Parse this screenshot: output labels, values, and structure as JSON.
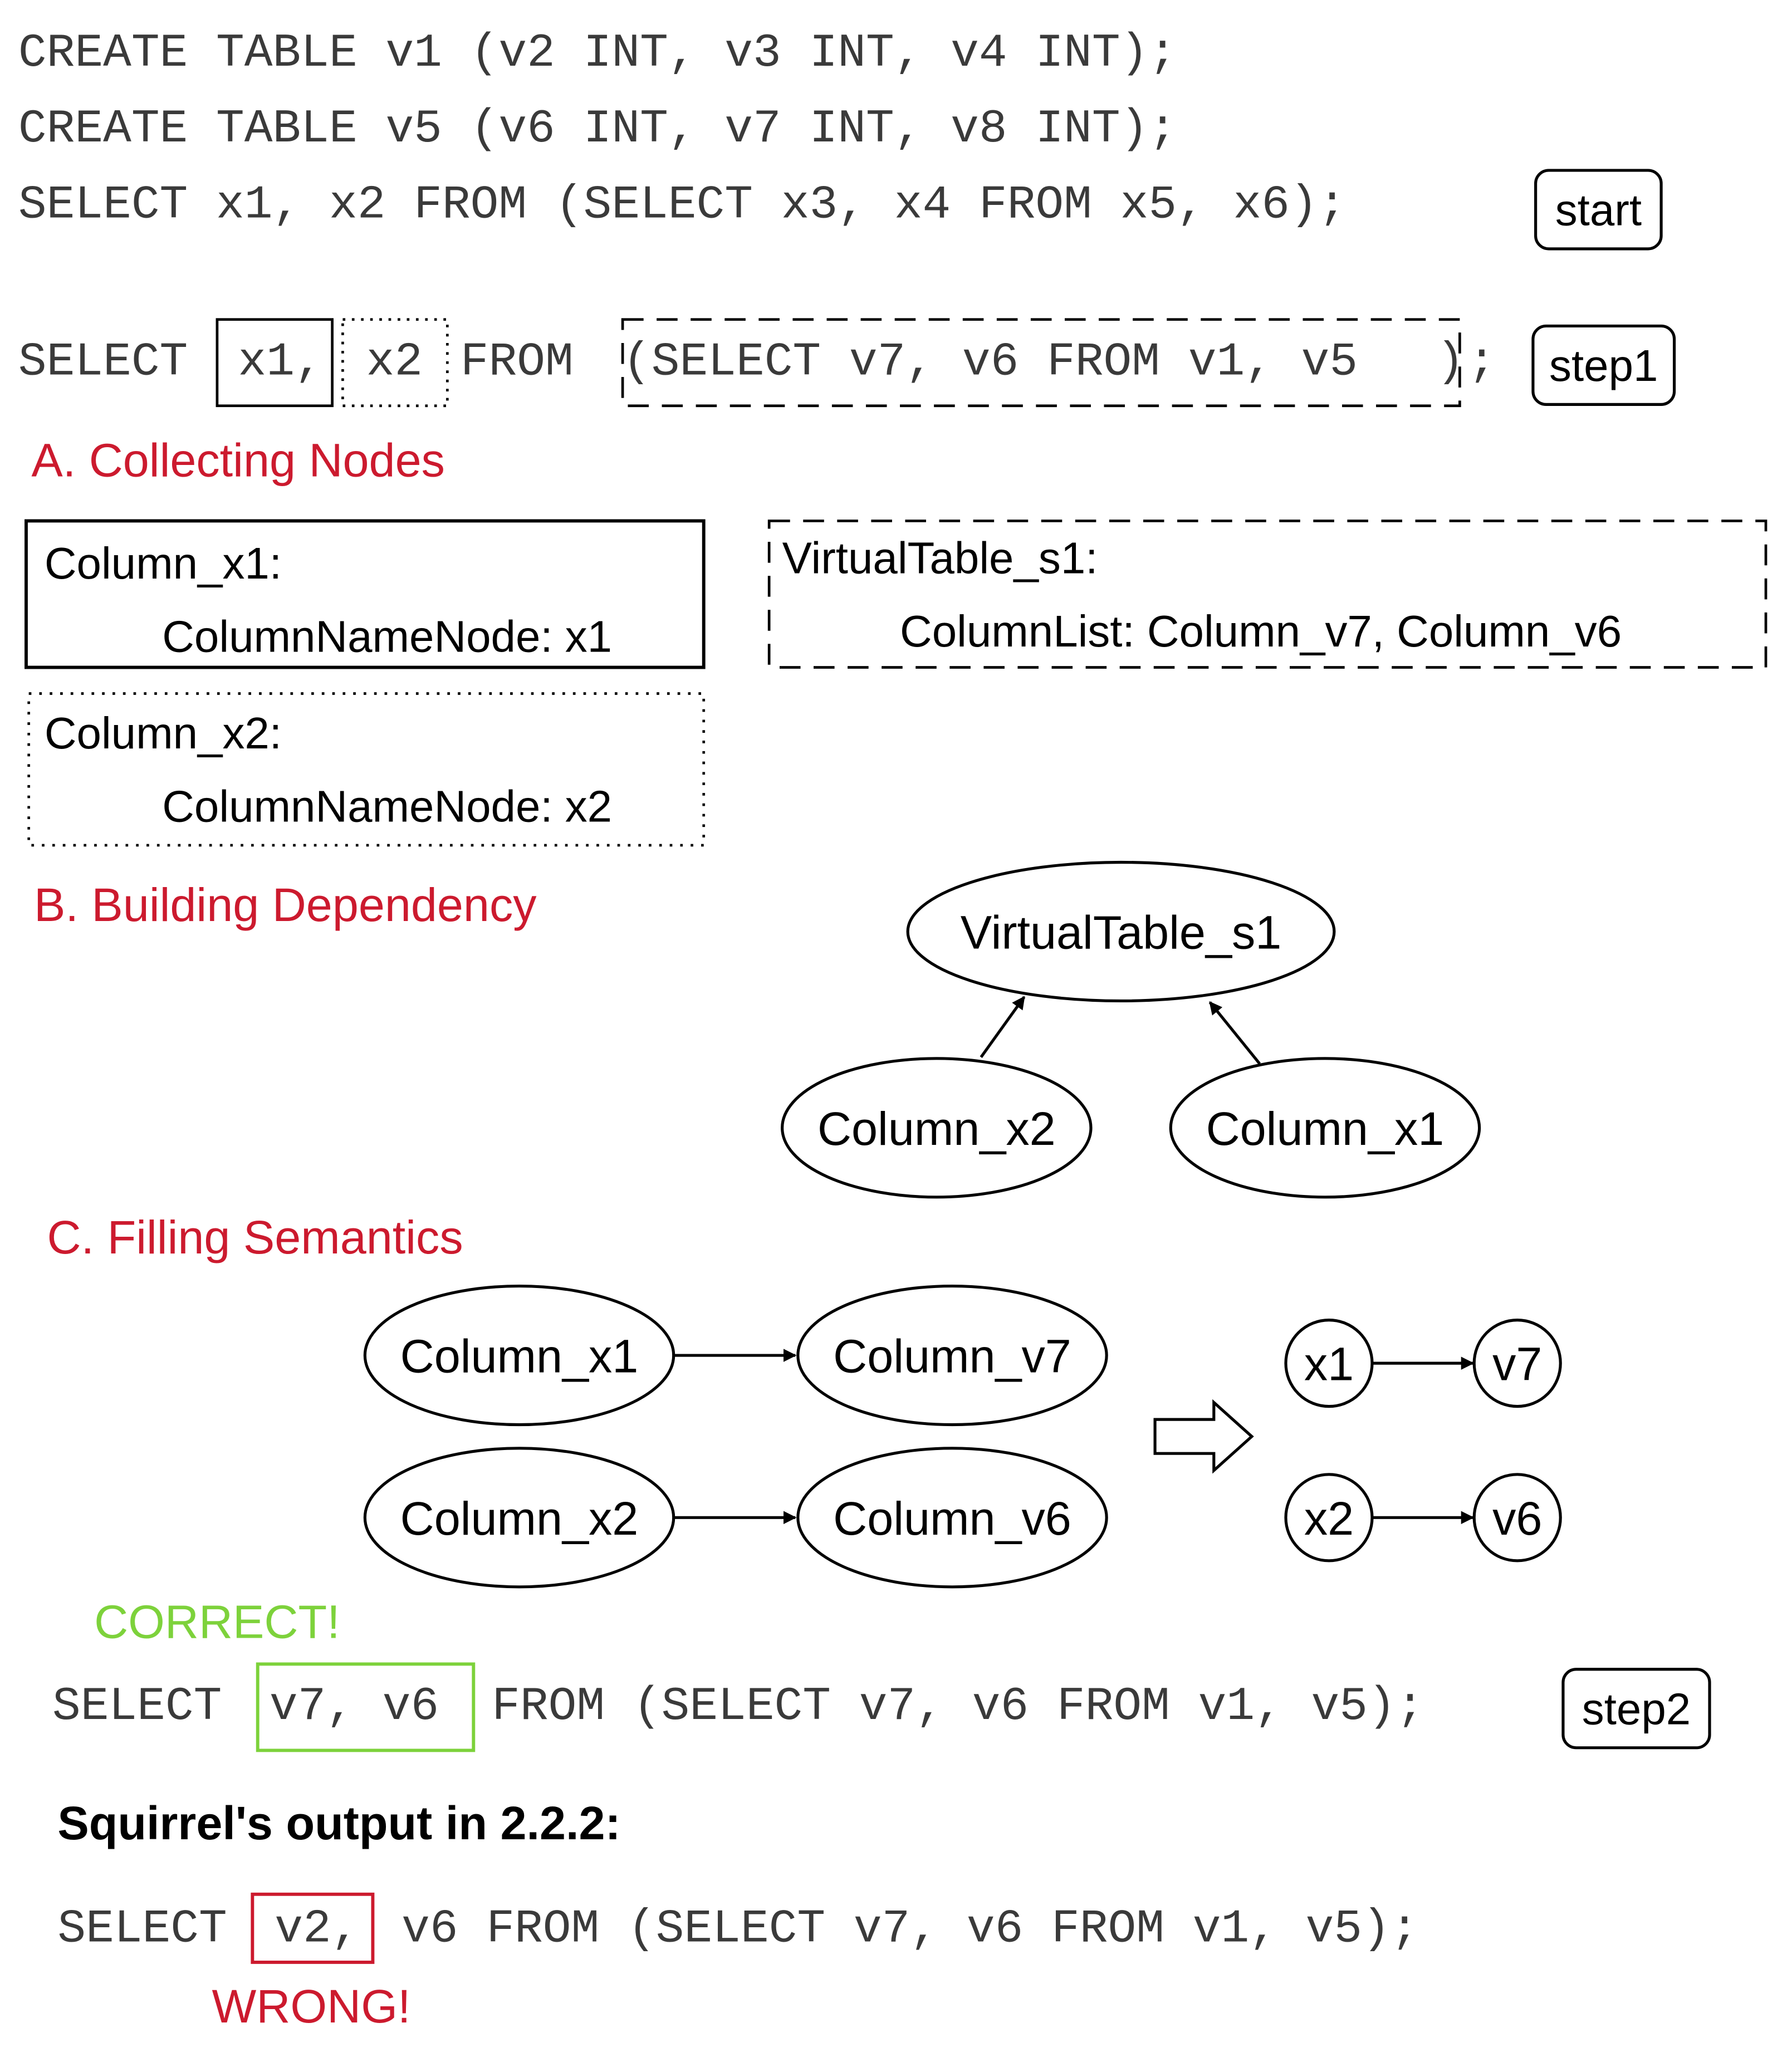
{
  "colors": {
    "code": "#3a3a3a",
    "section_heading": "#cc1a2e",
    "correct": "#7dd23b",
    "wrong": "#cc1a2e",
    "stroke": "#000000"
  },
  "code": {
    "line1": "CREATE TABLE v1 (v2 INT, v3 INT, v4 INT);",
    "line2": "CREATE TABLE v5 (v6 INT, v7 INT, v8 INT);",
    "line3": "SELECT x1, x2 FROM (SELECT x3, x4 FROM x5, x6);"
  },
  "step_badges": {
    "start": "start",
    "step1": "step1",
    "step2": "step2"
  },
  "step1_query": {
    "select_kw": "SELECT",
    "col_x1": "x1,",
    "col_x2": "x2",
    "from_kw": "FROM",
    "subquery_open": "(",
    "subquery": "SELECT v7, v6 FROM v1, v5",
    "subquery_close": ")",
    "terminator": ";"
  },
  "section_a": {
    "heading": "A. Collecting Nodes",
    "box_x1": {
      "title": "Column_x1:",
      "detail": "ColumnNameNode: x1"
    },
    "box_x2": {
      "title": "Column_x2:",
      "detail": "ColumnNameNode: x2"
    },
    "box_s1": {
      "title": "VirtualTable_s1:",
      "detail": "ColumnList: Column_v7, Column_v6"
    }
  },
  "section_b": {
    "heading": "B. Building Dependency",
    "parent_node": "VirtualTable_s1",
    "child_left": "Column_x2",
    "child_right": "Column_x1"
  },
  "section_c": {
    "heading": "C. Filling Semantics",
    "left_pairs": [
      {
        "from": "Column_x1",
        "to": "Column_v7"
      },
      {
        "from": "Column_x2",
        "to": "Column_v6"
      }
    ],
    "right_pairs": [
      {
        "from": "x1",
        "to": "v7"
      },
      {
        "from": "x2",
        "to": "v6"
      }
    ]
  },
  "step2_query": {
    "verdict": "CORRECT!",
    "select_kw": "SELECT",
    "highlight": "v7, v6",
    "rest": "FROM (SELECT v7, v6 FROM v1, v5);"
  },
  "squirrel": {
    "heading": "Squirrel's output in 2.2.2:",
    "select_kw": "SELECT",
    "highlight": "v2,",
    "rest": "v6 FROM (SELECT v7, v6 FROM v1, v5);",
    "verdict": "WRONG!"
  }
}
